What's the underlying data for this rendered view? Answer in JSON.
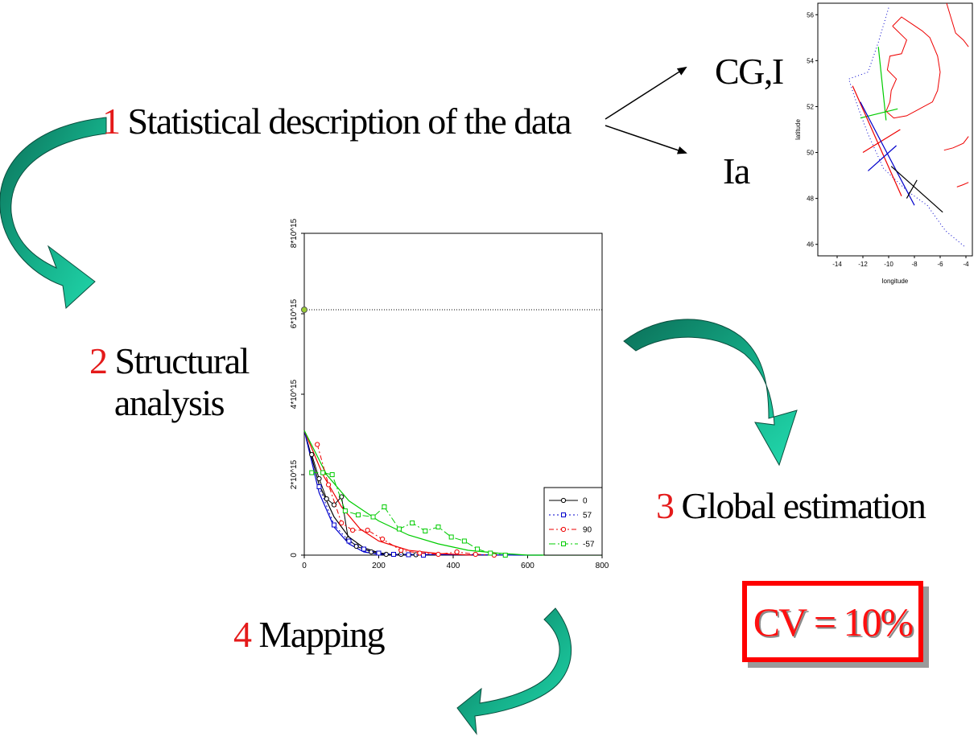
{
  "steps": {
    "s1": {
      "num": "1",
      "text": " Statistical description of the data"
    },
    "s2": {
      "num": "2",
      "line1": " Structural",
      "line2": "analysis"
    },
    "s3": {
      "num": "3",
      "text": " Global estimation"
    },
    "s4": {
      "num": "4",
      "text": " Mapping"
    }
  },
  "outputs": {
    "cgi": "CG,I",
    "ia": "Ia"
  },
  "cv": "CV = 10%",
  "colors": {
    "step_number": "#e41a1a",
    "flow_arrow": "#1fc9a0",
    "flow_arrow_dark": "#0b6f58",
    "cv_border": "#ff0000"
  },
  "icons": {
    "flow_arrow": "curved-arrow-icon",
    "pointer_arrow": "line-arrow-icon"
  },
  "chart_data": [
    {
      "type": "line",
      "title": "",
      "xlabel": "",
      "ylabel": "",
      "xlim": [
        0,
        800
      ],
      "ylim": [
        0,
        8
      ],
      "x_ticks": [
        "0",
        "200",
        "400",
        "600",
        "800"
      ],
      "y_ticks": [
        "0",
        "2*10^15",
        "4*10^15",
        "6*10^15",
        "8*10^15"
      ],
      "y_unit_note": "values in units of 10^15",
      "sill": 6.1,
      "legend_placement": "bottom-right",
      "series": [
        {
          "name": "0",
          "color": "#000000",
          "marker": "circle",
          "dash": "",
          "points": [
            [
              20,
              2.5
            ],
            [
              40,
              1.9
            ],
            [
              60,
              1.4
            ],
            [
              80,
              1.25
            ],
            [
              100,
              1.45
            ],
            [
              118,
              0.4
            ],
            [
              140,
              0.22
            ],
            [
              180,
              0.08
            ],
            [
              220,
              0.02
            ],
            [
              260,
              0.02
            ],
            [
              300,
              0.01
            ]
          ]
        },
        {
          "name": "57",
          "color": "#0000cc",
          "marker": "square",
          "dash": "2 3",
          "points": [
            [
              40,
              1.7
            ],
            [
              80,
              0.75
            ],
            [
              120,
              0.35
            ],
            [
              160,
              0.15
            ],
            [
              200,
              0.05
            ],
            [
              240,
              0.02
            ],
            [
              280,
              0.01
            ],
            [
              320,
              0.0
            ]
          ]
        },
        {
          "name": "90",
          "color": "#ee0000",
          "marker": "circle",
          "dash": "6 3 2 3",
          "points": [
            [
              35,
              2.75
            ],
            [
              65,
              1.75
            ],
            [
              100,
              0.8
            ],
            [
              130,
              0.62
            ],
            [
              170,
              0.62
            ],
            [
              210,
              0.4
            ],
            [
              260,
              0.12
            ],
            [
              310,
              0.05
            ],
            [
              360,
              0.02
            ],
            [
              410,
              0.08
            ],
            [
              460,
              0.02
            ],
            [
              510,
              0.0
            ]
          ]
        },
        {
          "name": "-57",
          "color": "#00cc00",
          "marker": "square",
          "dash": "8 3 2 3",
          "points": [
            [
              20,
              2.05
            ],
            [
              50,
              2.05
            ],
            [
              75,
              2.0
            ],
            [
              110,
              1.1
            ],
            [
              145,
              1.0
            ],
            [
              185,
              0.95
            ],
            [
              215,
              1.2
            ],
            [
              255,
              0.65
            ],
            [
              290,
              0.8
            ],
            [
              325,
              0.6
            ],
            [
              360,
              0.7
            ],
            [
              395,
              0.45
            ],
            [
              430,
              0.35
            ],
            [
              465,
              0.15
            ],
            [
              500,
              0.05
            ],
            [
              540,
              0.0
            ]
          ]
        }
      ],
      "fits": [
        {
          "color": "#000000",
          "points": [
            [
              0,
              3.1
            ],
            [
              40,
              1.75
            ],
            [
              80,
              0.95
            ],
            [
              120,
              0.45
            ],
            [
              160,
              0.18
            ],
            [
              200,
              0.06
            ],
            [
              240,
              0.0
            ]
          ]
        },
        {
          "color": "#0000cc",
          "points": [
            [
              0,
              3.1
            ],
            [
              40,
              1.55
            ],
            [
              80,
              0.7
            ],
            [
              120,
              0.28
            ],
            [
              160,
              0.08
            ],
            [
              200,
              0.02
            ],
            [
              600,
              0.0
            ],
            [
              640,
              0.0
            ]
          ]
        },
        {
          "color": "#ee0000",
          "points": [
            [
              0,
              3.1
            ],
            [
              50,
              2.0
            ],
            [
              100,
              1.2
            ],
            [
              150,
              0.65
            ],
            [
              200,
              0.35
            ],
            [
              280,
              0.12
            ],
            [
              360,
              0.04
            ],
            [
              450,
              0.0
            ]
          ]
        },
        {
          "color": "#00cc00",
          "points": [
            [
              0,
              3.1
            ],
            [
              60,
              2.0
            ],
            [
              120,
              1.35
            ],
            [
              200,
              0.85
            ],
            [
              280,
              0.5
            ],
            [
              360,
              0.28
            ],
            [
              440,
              0.12
            ],
            [
              520,
              0.05
            ],
            [
              600,
              0.0
            ],
            [
              800,
              0.0
            ]
          ]
        }
      ]
    },
    {
      "type": "line",
      "title": "",
      "xlabel": "longitude",
      "ylabel": "latitude",
      "xlim": [
        -15.5,
        -3.5
      ],
      "ylim": [
        45.5,
        56.5
      ],
      "x_ticks": [
        "-14",
        "-12",
        "-10",
        "-8",
        "-6",
        "-4"
      ],
      "y_ticks": [
        "46",
        "48",
        "50",
        "52",
        "54",
        "56"
      ],
      "series": [
        {
          "name": "",
          "color": "#00cc00",
          "points": [
            [
              -10.8,
              54.6
            ],
            [
              -10.2,
              51.4
            ]
          ]
        },
        {
          "name": "",
          "color": "#00cc00",
          "points": [
            [
              -12.2,
              51.5
            ],
            [
              -9.3,
              51.9
            ]
          ]
        },
        {
          "name": "",
          "color": "#ee0000",
          "points": [
            [
              -12.8,
              52.9
            ],
            [
              -9.0,
              48.1
            ]
          ]
        },
        {
          "name": "",
          "color": "#ee0000",
          "points": [
            [
              -12.0,
              50.0
            ],
            [
              -9.1,
              51.0
            ]
          ]
        },
        {
          "name": "",
          "color": "#0000cc",
          "points": [
            [
              -12.2,
              52.2
            ],
            [
              -8.0,
              47.7
            ]
          ]
        },
        {
          "name": "",
          "color": "#0000cc",
          "points": [
            [
              -11.6,
              49.2
            ],
            [
              -9.4,
              50.3
            ]
          ]
        },
        {
          "name": "",
          "color": "#000000",
          "points": [
            [
              -9.8,
              49.4
            ],
            [
              -5.8,
              47.4
            ]
          ]
        },
        {
          "name": "",
          "color": "#000000",
          "points": [
            [
              -8.6,
              48.0
            ],
            [
              -7.8,
              48.8
            ]
          ]
        }
      ]
    }
  ]
}
